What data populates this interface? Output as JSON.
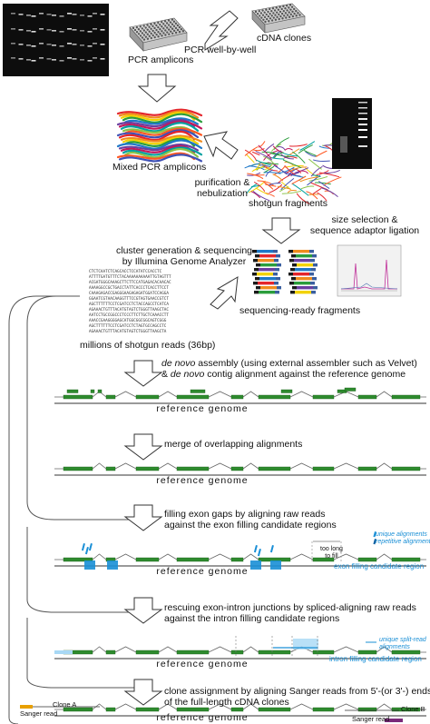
{
  "top": {
    "pcr_amplicons": "PCR amplicons",
    "pcr_well_by_well": "PCR well-by-well",
    "cdna_clones": "cDNA clones"
  },
  "mixed": {
    "mixed_pcr_amplicons": "Mixed PCR amplicons",
    "purification": "purification &\nnebulization",
    "shotgun_fragments": "shotgun fragments"
  },
  "sizesel": {
    "size_selection": "size selection &\nsequence adaptor ligation",
    "cluster_generation": "cluster generation & sequencing\nby Illumina Genome Analyzer",
    "sequencing_ready": "sequencing-ready fragments",
    "millions_reads": "millions of shotgun reads (36bp)"
  },
  "sequence_lines": [
    "CTCTCAATCTCAGCACCTCCATATCCACCTC",
    "ATTTTGATGTTTCTACAAAAAAAAAATTGTAGTTT",
    "ACGATGGGCAAAGCTTCTTCCATGAGACACAACAC",
    "AAAAGGCCGCTGACCTATTCACCCTCACCTTCCT",
    "CAAAGAGACCGAGGGAAGAGAGATGGATCCAGGA",
    "GGAATCGTAACAAGGTTTCCGTAGTGAACCGTCT",
    "AGCTTTTTTCCTCGATCCTCTACCAGCCTCATCA",
    "AGAAACTGTTTACATGTAGTCTGGGTTAAGCTAC",
    "AATCCTGCCGGCCCTCCCTTCTTGCTCAAACCTT",
    "AAACCGAAGGGGAGCATGGCGGCGGCAGTCGGG",
    "AGCTTTTTTCCTCGATCCTCTAGTGCCAGCCTC",
    "AGAAACTGTTTACATGTAGTCTGGGTTAAGCTA"
  ],
  "step1": {
    "title_italic": "de novo",
    "title_rest": " assembly (using external assembler such as Velvet)",
    "line2_prefix": "& ",
    "line2_italic": "de novo",
    "line2_rest": " contig alignment against the reference genome"
  },
  "reference_genome": "reference genome",
  "step2": {
    "title": "merge of overlapping alignments"
  },
  "step3": {
    "title": "filling exon gaps by aligning raw reads\nagainst the exon filling candidate regions",
    "too_long": "too long\nto fill",
    "unique_alignments": "unique alignments",
    "repetitive_alignments": "repetitive alignments",
    "candidate_region": "exon filling candidate region"
  },
  "step4": {
    "title": "rescuing exon-intron junctions by spliced-aligning raw reads\nagainst the intron filling candidate regions",
    "unique_split": "unique split-read\nalignments",
    "candidate_region": "intron filling candidate region"
  },
  "step5": {
    "title": "clone assignment by aligning Sanger reads from 5'-(or 3'-) ends\nof the full-length cDNA clones",
    "clone_a": "Clone A",
    "clone_b": "Clone B",
    "sanger_read_left": "Sanger read",
    "sanger_read_right": "Sanger read"
  },
  "colors": {
    "exon_green": "#2e8b2e",
    "line_gray": "#666666",
    "blue": "#1a8fd6",
    "light_blue": "#a8d8f5",
    "dark_purple": "#7a2a7a",
    "orange": "#e8a000"
  }
}
